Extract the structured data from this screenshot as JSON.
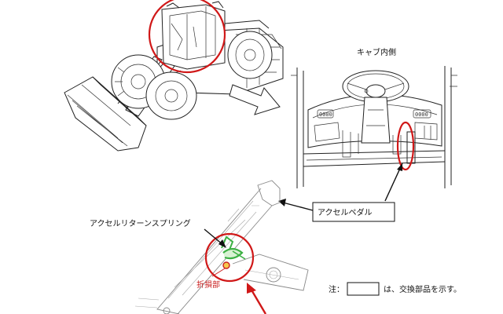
{
  "labels": {
    "cab_inside": "キャブ内側",
    "accel_pedal": "アクセルペダル",
    "return_spring": "アクセルリターンスプリング",
    "damaged_part": "折損部",
    "note_prefix": "注：",
    "note_suffix": "は、交換部品を示す。"
  },
  "colors": {
    "highlight_red": "#d01818",
    "spring_green": "#3cb043",
    "line_dark": "#222222",
    "line_grey": "#888888"
  }
}
